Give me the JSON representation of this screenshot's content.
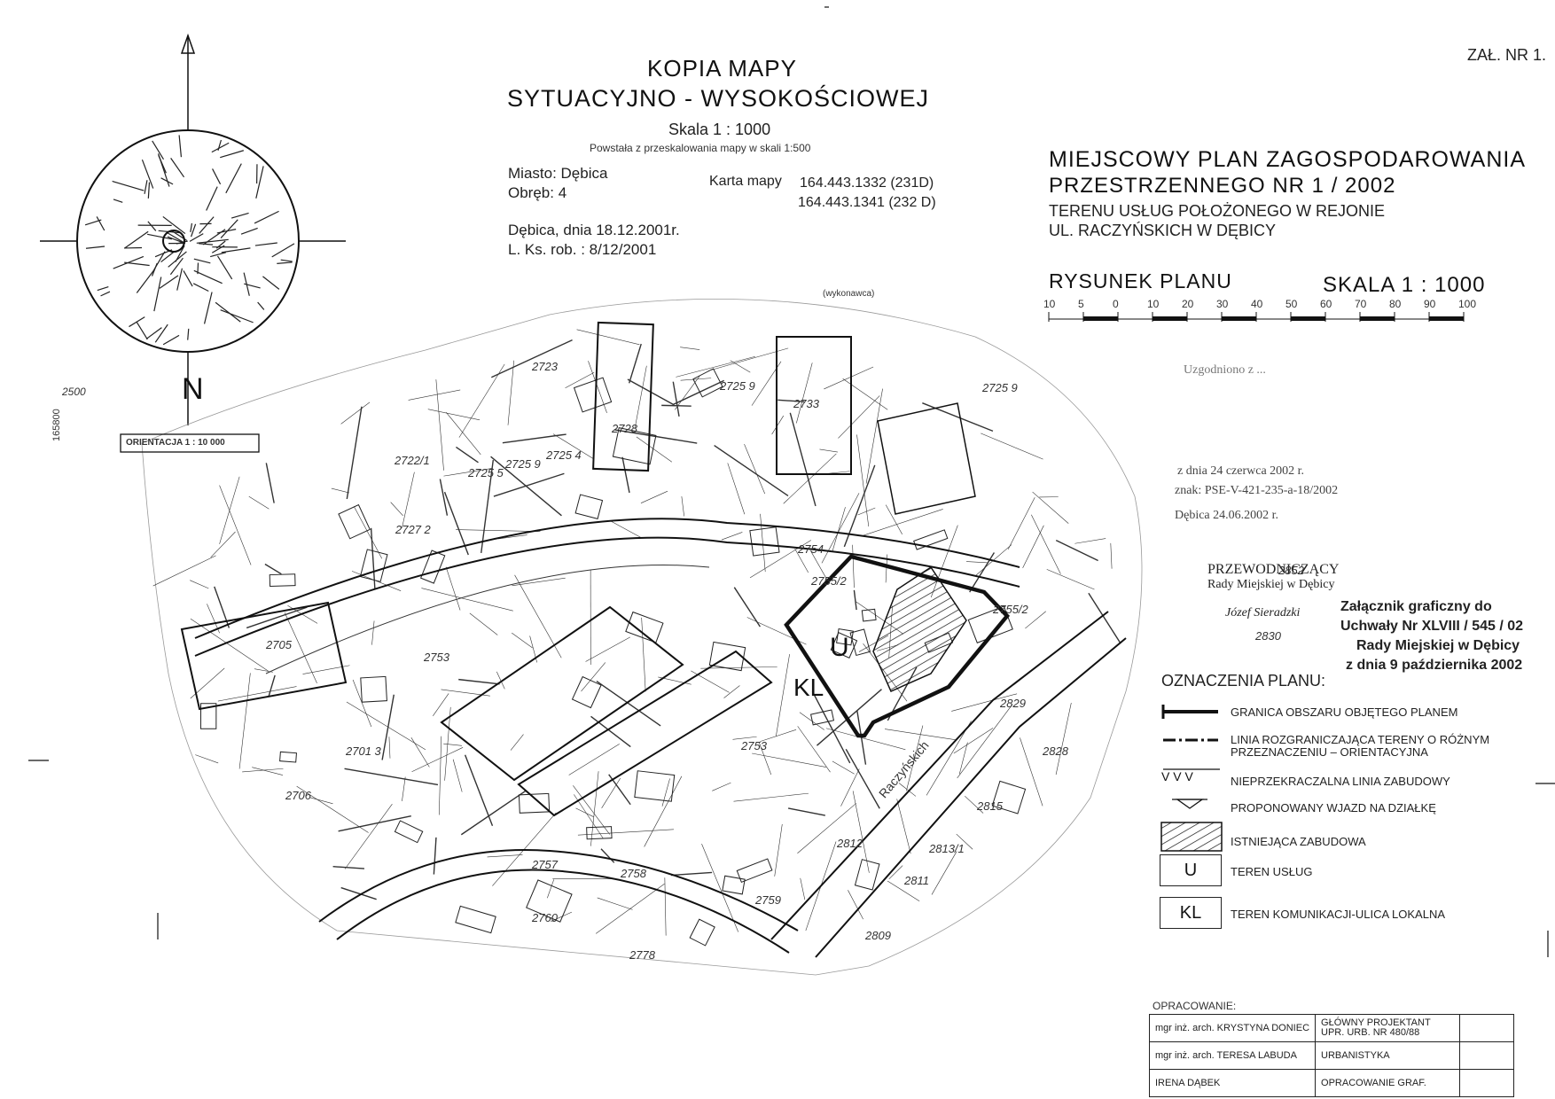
{
  "annex_label": "ZAŁ. NR 1.",
  "copy_header": {
    "line1": "KOPIA MAPY",
    "line2": "SYTUACYJNO - WYSOKOŚCIOWEJ",
    "scale": "Skala 1 : 1000",
    "note": "Powstała z przeskalowania mapy w skali 1:500"
  },
  "map_meta": {
    "city": "Miasto: Dębica",
    "precinct": "Obręb: 4",
    "sheet_label": "Karta mapy",
    "sheet1": "164.443.1332 (231D)",
    "sheet2": "164.443.1341 (232 D)",
    "date": "Dębica, dnia 18.12.2001r.",
    "register": "L. Ks. rob. : 8/12/2001"
  },
  "plan_title": {
    "line1": "MIEJSCOWY PLAN ZAGOSPODAROWANIA",
    "line2": "PRZESTRZENNEGO NR 1 / 2002",
    "line3": "TERENU USŁUG POŁOŻONEGO W REJONIE",
    "line4": "UL. RACZYŃSKICH W DĘBICY"
  },
  "drawing": {
    "label": "RYSUNEK PLANU",
    "scale": "SKALA 1 : 1000",
    "scalebar_ticks": [
      "10",
      "5",
      "0",
      "10",
      "20",
      "30",
      "40",
      "50",
      "60",
      "70",
      "80",
      "90",
      "100"
    ]
  },
  "orientation_label": "ORIENTACJA 1 : 10 000",
  "approval": {
    "line1": "Uzgodniono z ...",
    "line2": "z dnia 24 czerwca 2002 r.",
    "line3": "znak: PSE-V-421-235-a-18/2002",
    "line4": "Dębica 24.06.2002 r."
  },
  "chairman": {
    "title": "PRZEWODNICZĄCY",
    "body": "Rady Miejskiej w Dębicy",
    "name": "Józef Sieradzki"
  },
  "resolution": {
    "line1": "Załącznik graficzny do",
    "line2": "Uchwały Nr XLVIII / 545 / 02",
    "line3": "Rady Miejskiej w Dębicy",
    "line4": "z dnia 9 października 2002"
  },
  "legend": {
    "title": "OZNACZENIA PLANU:",
    "items": [
      {
        "symbol": "boundary",
        "label": "GRANICA OBSZARU OBJĘTEGO PLANEM"
      },
      {
        "symbol": "dashdot",
        "label": "LINIA ROZGRANICZAJĄCA TERENY O RÓŻNYM PRZEZNACZENIU – ORIENTACYJNA"
      },
      {
        "symbol": "vline",
        "label": "NIEPRZEKRACZALNA LINIA ZABUDOWY"
      },
      {
        "symbol": "triangle",
        "label": "PROPONOWANY WJAZD NA DZIAŁKĘ"
      },
      {
        "symbol": "hatch",
        "label": "ISTNIEJĄCA ZABUDOWA"
      },
      {
        "symbol": "U",
        "label": "TEREN USŁUG"
      },
      {
        "symbol": "KL",
        "label": "TEREN KOMUNIKACJI-ULICA LOKALNA"
      }
    ]
  },
  "credits": {
    "heading": "OPRACOWANIE:",
    "rows": [
      {
        "person": "mgr inż. arch. KRYSTYNA DONIEC",
        "role": "GŁÓWNY PROJEKTANT UPR. URB. NR 480/88"
      },
      {
        "person": "mgr inż. arch. TERESA LABUDA",
        "role": "URBANISTYKA"
      },
      {
        "person": "IRENA DĄBEK",
        "role": "OPRACOWANIE GRAF."
      }
    ]
  },
  "plots": [
    "2723",
    "2725 9",
    "2728",
    "2733",
    "2725 9",
    "2722/1",
    "2725 5",
    "2725 9",
    "2725 4",
    "2727 2",
    "2755/2",
    "2754",
    "2705",
    "2753",
    "2753",
    "2755/2",
    "2852",
    "2701 3",
    "2706",
    "2829",
    "2828",
    "2815",
    "2812",
    "2813/1",
    "2811",
    "2757",
    "2758",
    "2759",
    "2760",
    "2778",
    "2809",
    "2830"
  ],
  "map_labels": {
    "zone_U": "U",
    "zone_KL": "KL",
    "street": "Raczyńskich",
    "sheet_side_number": "165800",
    "side_coord": "2500",
    "top_note": "(wykonawca)"
  },
  "colors": {
    "ink": "#111111",
    "paper": "#ffffff",
    "light_ink": "#555555"
  }
}
